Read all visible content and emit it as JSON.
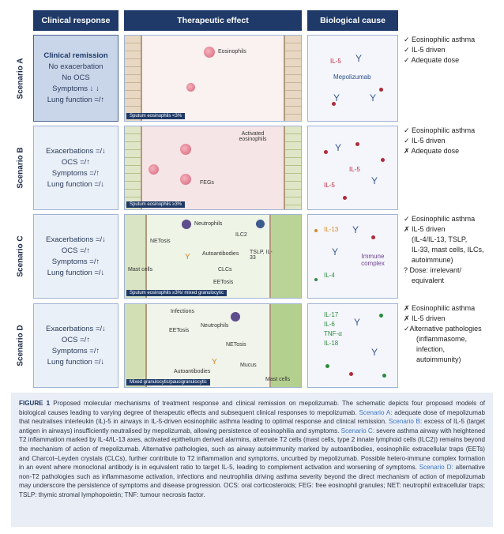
{
  "headers": {
    "response": "Clinical response",
    "effect": "Therapeutic effect",
    "cause": "Biological cause"
  },
  "scenarios": [
    {
      "label": "Scenario A",
      "response": [
        "Clinical remission",
        "No exacerbation",
        "No OCS",
        "Symptoms ↓ ↓",
        "Lung function =/↑"
      ],
      "effect_caption": "Sputum eosinophils <3%",
      "effect_labels": [
        "Eosinophils"
      ],
      "cause_labels": [
        "IL-5",
        "Mepolizumab"
      ],
      "checks": [
        "✓ Eosinophilic asthma",
        "✓ IL-5 driven",
        "✓ Adequate dose"
      ]
    },
    {
      "label": "Scenario B",
      "response": [
        "Exacerbations =/↓",
        "OCS =/↑",
        "Symptoms =/↑",
        "Lung function =/↓"
      ],
      "effect_caption": "Sputum eosinophils ≥3%",
      "effect_labels": [
        "Activated eosinophils",
        "FEGs"
      ],
      "cause_labels": [
        "IL-5",
        "IL-5"
      ],
      "checks": [
        "✓ Eosinophilic asthma",
        "✓ IL-5 driven",
        "✗ Adequate dose"
      ]
    },
    {
      "label": "Scenario C",
      "response": [
        "Exacerbations =/↓",
        "OCS =/↑",
        "Symptoms =/↑",
        "Lung function =/↓"
      ],
      "effect_caption": "Sputum eosinophils ≥3%/ mixed granulocytic",
      "effect_labels": [
        "Neutrophils",
        "NETosis",
        "ILC2",
        "TSLP, IL-33",
        "Autoantibodies",
        "Mast cells",
        "CLCs",
        "EETosis"
      ],
      "cause_labels": [
        "IL-13",
        "IL-4",
        "Immune complex"
      ],
      "checks": [
        "✓ Eosinophilic asthma",
        "✗ IL-5 driven",
        "(IL-4/IL-13, TSLP,",
        "IL-33, mast cells, ILCs,",
        "autoimmune)",
        "? Dose: irrelevant/",
        "equivalent"
      ]
    },
    {
      "label": "Scenario D",
      "response": [
        "Exacerbations =/↓",
        "OCS =/↑",
        "Symptoms =/↑",
        "Lung function =/↓"
      ],
      "effect_caption": "Mixed granulocytic/paucigranulocytic",
      "effect_labels": [
        "Infections",
        "EETosis",
        "Neutrophils",
        "NETosis",
        "Autoantibodies",
        "Mucus",
        "Mast cells"
      ],
      "cause_labels": [
        "IL-17",
        "IL-6",
        "TNF-α",
        "IL-18"
      ],
      "checks": [
        "✗ Eosinophilic asthma",
        "✗ IL-5 driven",
        "✓Alternative pathologies",
        "(inflammasome,",
        "infection,",
        "autoimmunity)"
      ]
    }
  ],
  "caption": {
    "title": "FIGURE 1",
    "text1": " Proposed molecular mechanisms of treatment response and clinical remission on mepolizumab. The schematic depicts four proposed models of biological causes leading to varying degree of therapeutic effects and subsequent clinical responses to mepolizumab. ",
    "linkA": "Scenario A:",
    "text2": " adequate dose of mepolizumab that neutralises interleukin (IL)-5 in airways in IL-5-driven eosinophilic asthma leading to optimal response and clinical remission. ",
    "linkB": "Scenario B:",
    "text3": " excess of IL-5 (target antigen in airways) insufficiently neutralised by mepolizumab, allowing persistence of eosinophilia and symptoms. ",
    "linkC": "Scenario C:",
    "text4": " severe asthma airway with heightened T2 inflammation marked by IL-4/IL-13 axes, activated epithelium derived alarmins, alternate T2 cells (mast cells, type 2 innate lymphoid cells (ILC2)) remains beyond the mechanism of action of mepolizumab. Alternative pathologies, such as airway autoimmunity marked by autoantibodies, eosinophilic extracellular traps (EETs) and Charcot–Leyden crystals (CLCs), further contribute to T2 inflammation and symptoms, uncurbed by mepolizumab. Possible hetero-immune complex formation in an event where monoclonal antibody is in equivalent ratio to target IL-5, leading to complement activation and worsening of symptoms. ",
    "linkD": "Scenario D:",
    "text5": " alternative non-T2 pathologies such as inflammasome activation, infections and neutrophilia driving asthma severity beyond the direct mechanism of action of mepolizumab may underscore the persistence of symptoms and disease progression. OCS: oral corticosteroids; FEG: free eosinophil granules; NET: neutrophil extracellular traps; TSLP: thymic stromal lymphopoietin; TNF: tumour necrosis factor."
  }
}
